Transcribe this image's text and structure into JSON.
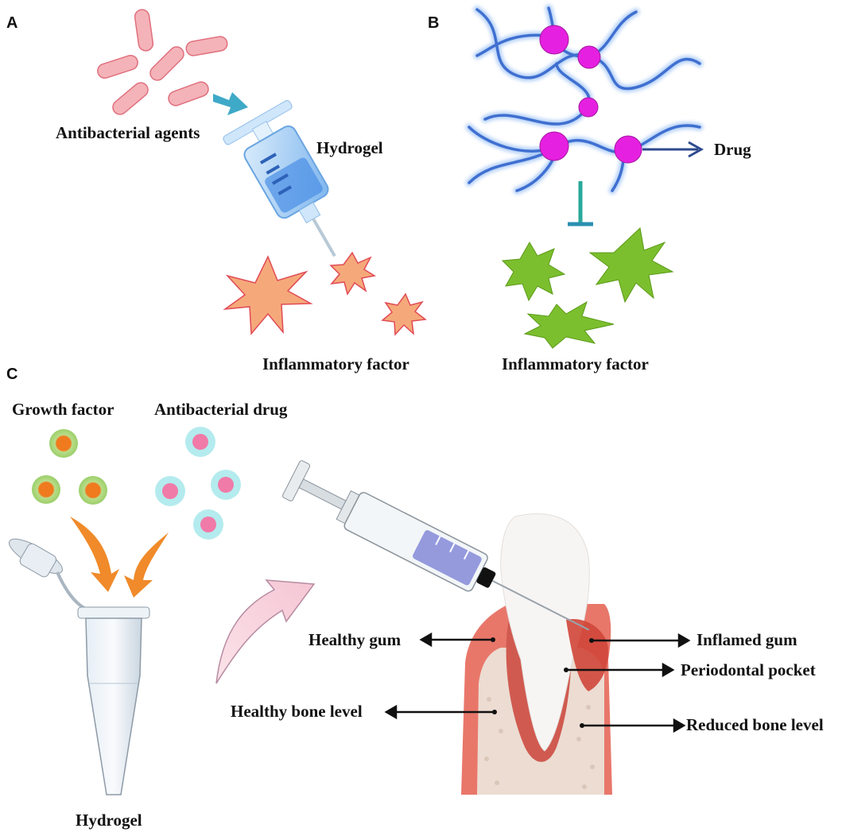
{
  "panels": {
    "a": "A",
    "b": "B",
    "c": "C"
  },
  "panel_a": {
    "agents_label": "Antibacterial agents",
    "hydrogel_label": "Hydrogel",
    "inflammatory_label": "Inflammatory factor"
  },
  "panel_b": {
    "drug_label": "Drug",
    "inflammatory_label": "Inflammatory factor"
  },
  "panel_c": {
    "growth_label": "Growth factor",
    "antibacterial_label": "Antibacterial drug",
    "hydrogel_label": "Hydrogel",
    "healthy_gum": "Healthy gum",
    "healthy_bone": "Healthy bone level",
    "inflamed_gum": "Inflamed gum",
    "pocket": "Periodontal pocket",
    "reduced_bone": "Reduced bone level"
  },
  "colors": {
    "bacteria": "#f4b3b8",
    "inflammatory_orange": "#f5a97a",
    "inflammatory_green": "#7cbf2e",
    "polymer_blue": "#3f6fd0",
    "drug_magenta": "#e620e0",
    "growth_core": "#f07a1e",
    "drug_core": "#f07aa8",
    "arrow_orange": "#f08a2a",
    "gum": "#e8776a"
  }
}
